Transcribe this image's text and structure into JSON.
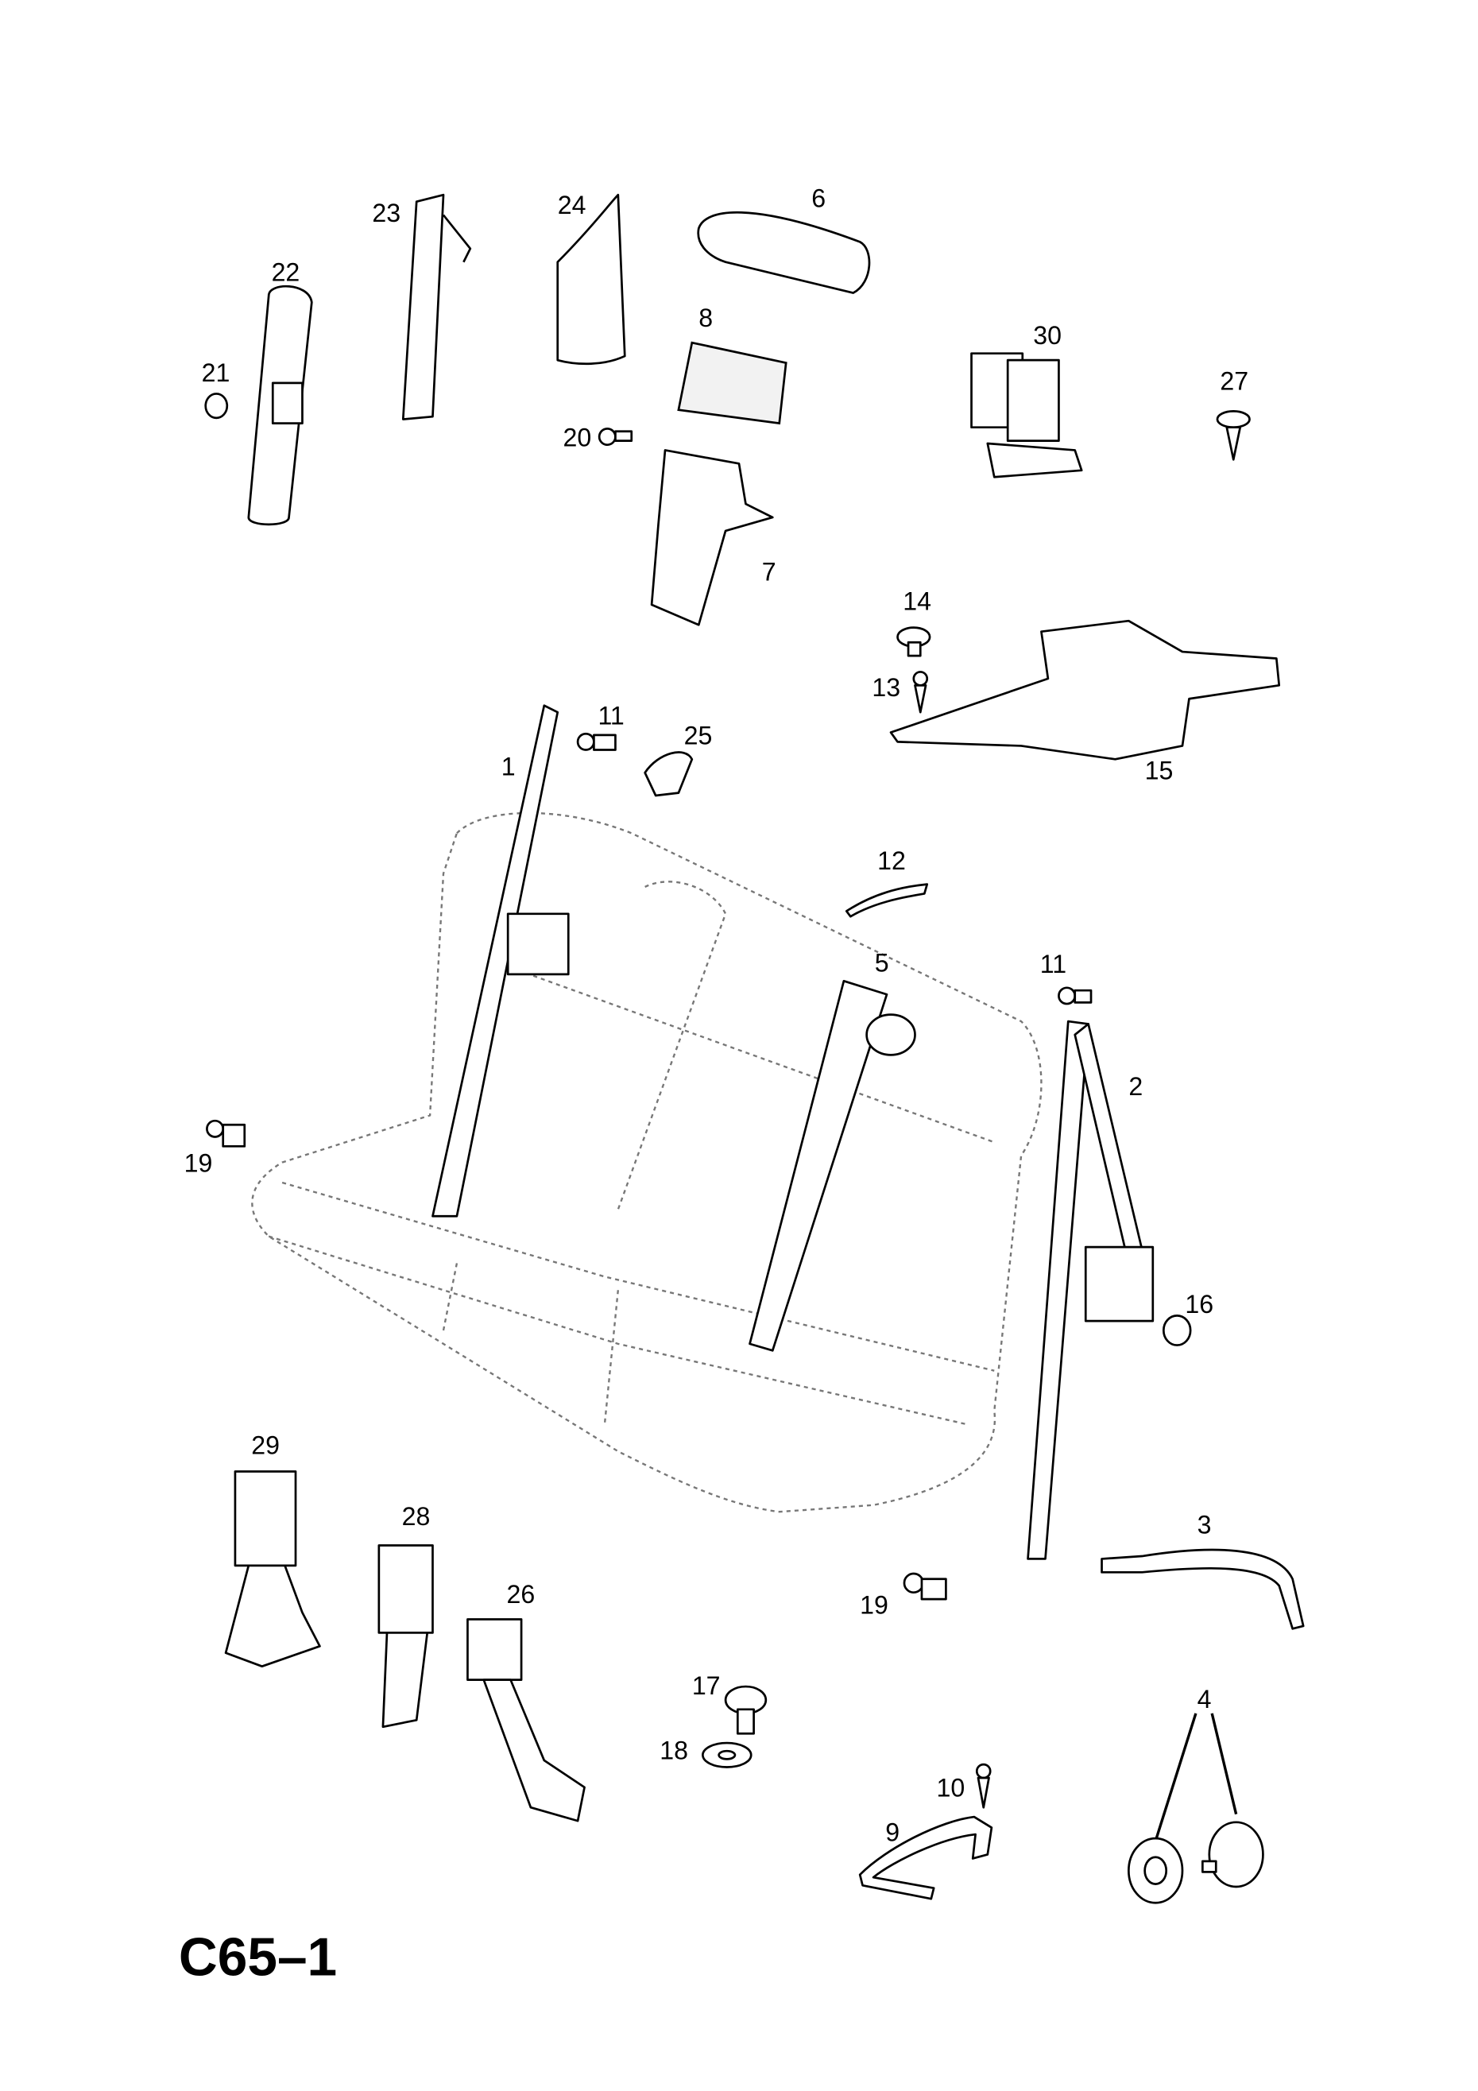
{
  "diagram_code": "C65–1",
  "callouts": [
    "1",
    "2",
    "3",
    "4",
    "5",
    "6",
    "7",
    "8",
    "9",
    "10",
    "11",
    "11",
    "12",
    "13",
    "14",
    "15",
    "16",
    "17",
    "18",
    "19",
    "19",
    "20",
    "21",
    "22",
    "23",
    "24",
    "25",
    "26",
    "27",
    "28",
    "29",
    "30"
  ]
}
